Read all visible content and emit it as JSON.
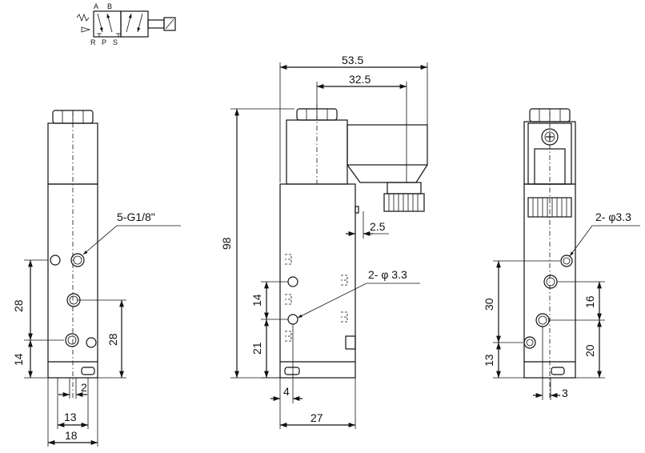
{
  "symbol": {
    "port_labels_top": [
      "A",
      "B"
    ],
    "port_labels_bottom": [
      "R",
      "P",
      "S"
    ]
  },
  "left_view": {
    "port_callout": "5-G1/8\"",
    "dims": {
      "left_28": "28",
      "left_14": "14",
      "right_28": "28",
      "bottom_2": "2",
      "bottom_13": "13",
      "bottom_18": "18"
    }
  },
  "front_view": {
    "dims": {
      "top_53_5": "53.5",
      "top_32_5": "32.5",
      "height_98": "98",
      "side_2_5": "2.5",
      "hole_callout": "2- φ 3.3",
      "left_14": "14",
      "left_21": "21",
      "bottom_4": "4",
      "bottom_27": "27"
    }
  },
  "right_view": {
    "dims": {
      "hole_callout": "2- φ3.3",
      "left_30": "30",
      "left_13": "13",
      "right_16": "16",
      "right_20": "20",
      "bottom_3": "3"
    }
  }
}
